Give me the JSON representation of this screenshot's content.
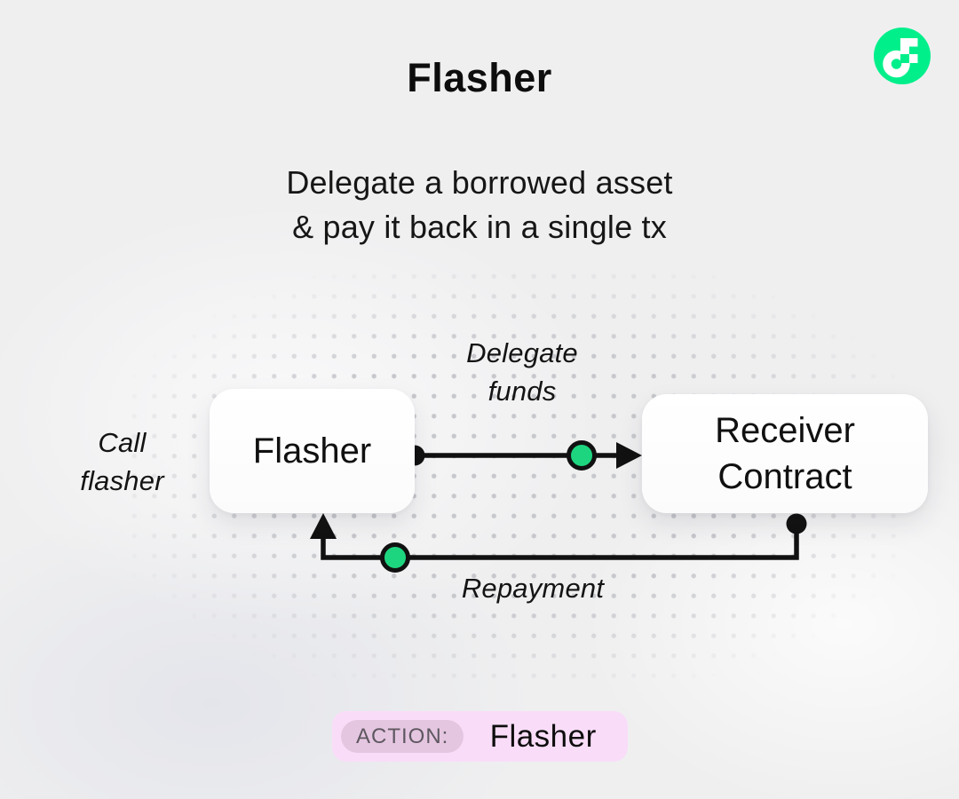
{
  "header": {
    "title": "Flasher",
    "subtitle_line1": "Delegate a borrowed asset",
    "subtitle_line2": "& pay it back in a single tx"
  },
  "logo": {
    "icon": "flow-logo-icon"
  },
  "diagram": {
    "call_label_line1": "Call",
    "call_label_line2": "flasher",
    "delegate_label_line1": "Delegate",
    "delegate_label_line2": "funds",
    "repayment_label": "Repayment",
    "flasher_node_label": "Flasher",
    "receiver_node_line1": "Receiver",
    "receiver_node_line2": "Contract"
  },
  "footer": {
    "action_label": "ACTION:",
    "action_value": "Flasher"
  },
  "colors": {
    "accent_green": "#1ed57f",
    "logo_green": "#00ef8b",
    "line_black": "#111111",
    "badge_bg": "#f9ddf8",
    "chip_bg": "#e5c6e1",
    "background": "#efeff0",
    "dot_gray": "#c7c8cc"
  }
}
